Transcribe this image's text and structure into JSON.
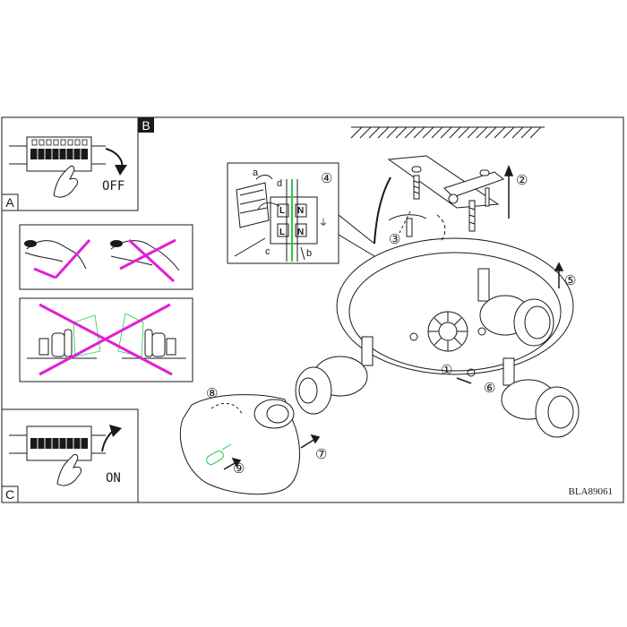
{
  "sections": {
    "a_label": "A",
    "b_label": "B",
    "c_label": "C"
  },
  "switch_off_text": "OFF",
  "switch_on_text": "ON",
  "wiring": {
    "letter_a": "a",
    "letter_b": "b",
    "letter_c": "c",
    "letter_d": "d",
    "terminal_l": "L",
    "terminal_n": "N",
    "earth_symbol": "⏚"
  },
  "steps": [
    "①",
    "②",
    "③",
    "④",
    "⑤",
    "⑥",
    "⑦",
    "⑧",
    "⑨"
  ],
  "model_code": "BLA89061",
  "colors": {
    "forbidden_cross": "#e020d8",
    "wire_green": "#22cc44",
    "line": "#1a1a1a"
  },
  "icons": [
    "circuit-breaker-icon",
    "hand-icon",
    "arrow-icon",
    "cross-icon",
    "ceiling-hatch-icon",
    "screw-icon",
    "bulb-icon"
  ]
}
